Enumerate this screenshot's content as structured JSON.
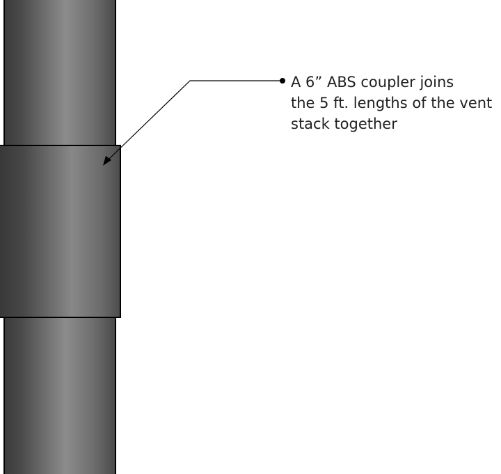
{
  "callout": {
    "lines": [
      "A 6” ABS coupler joins",
      "the 5 ft. lengths of the vent",
      "stack together"
    ]
  },
  "colors": {
    "pipe_dark": "#3a3a3a",
    "pipe_light": "#8a8a8a",
    "outline": "#000000",
    "text": "#1f1f1f"
  }
}
